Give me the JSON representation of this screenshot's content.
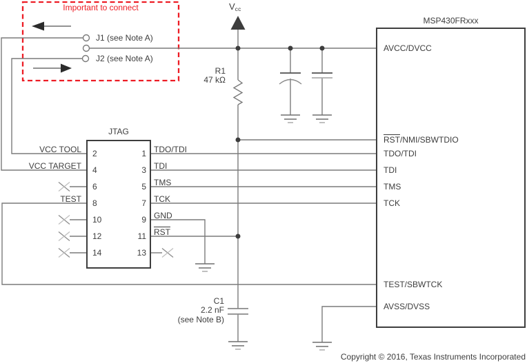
{
  "colors": {
    "wire": "#7a7a7a",
    "outline": "#3d3d3d",
    "red": "#ed1c24"
  },
  "annotation": {
    "label": "Important to connect"
  },
  "jumpers": {
    "j1": "J1 (see Note A)",
    "j2": "J2 (see Note A)"
  },
  "power": {
    "vcc": "V",
    "vcc_sub": "cc"
  },
  "r1": {
    "name": "R1",
    "value": "47 kΩ"
  },
  "c1": {
    "name": "C1",
    "value": "2.2 nF",
    "note": "(see Note B)"
  },
  "jtag": {
    "title": "JTAG",
    "left_labels": {
      "vcc_tool": "VCC TOOL",
      "vcc_target": "VCC TARGET",
      "test": "TEST"
    },
    "left_pins": [
      "2",
      "4",
      "6",
      "8",
      "10",
      "12",
      "14"
    ],
    "right_pins": [
      "1",
      "3",
      "5",
      "7",
      "9",
      "11",
      "13"
    ],
    "right_labels": {
      "pin1": "TDO/TDI",
      "pin3": "TDI",
      "pin5": "TMS",
      "pin7": "TCK",
      "pin9": "GND",
      "pin11": "RST"
    }
  },
  "msp430": {
    "title": "MSP430FRxxx",
    "pins": {
      "avcc": "AVCC/DVCC",
      "rst_bar": "RST",
      "rst_rest": "/NMI/SBWTDIO",
      "tdo": "TDO/TDI",
      "tdi": "TDI",
      "tms": "TMS",
      "tck": "TCK",
      "test": "TEST/SBWTCK",
      "avss": "AVSS/DVSS"
    }
  },
  "footer": {
    "copyright": "Copyright © 2016, Texas Instruments Incorporated"
  }
}
